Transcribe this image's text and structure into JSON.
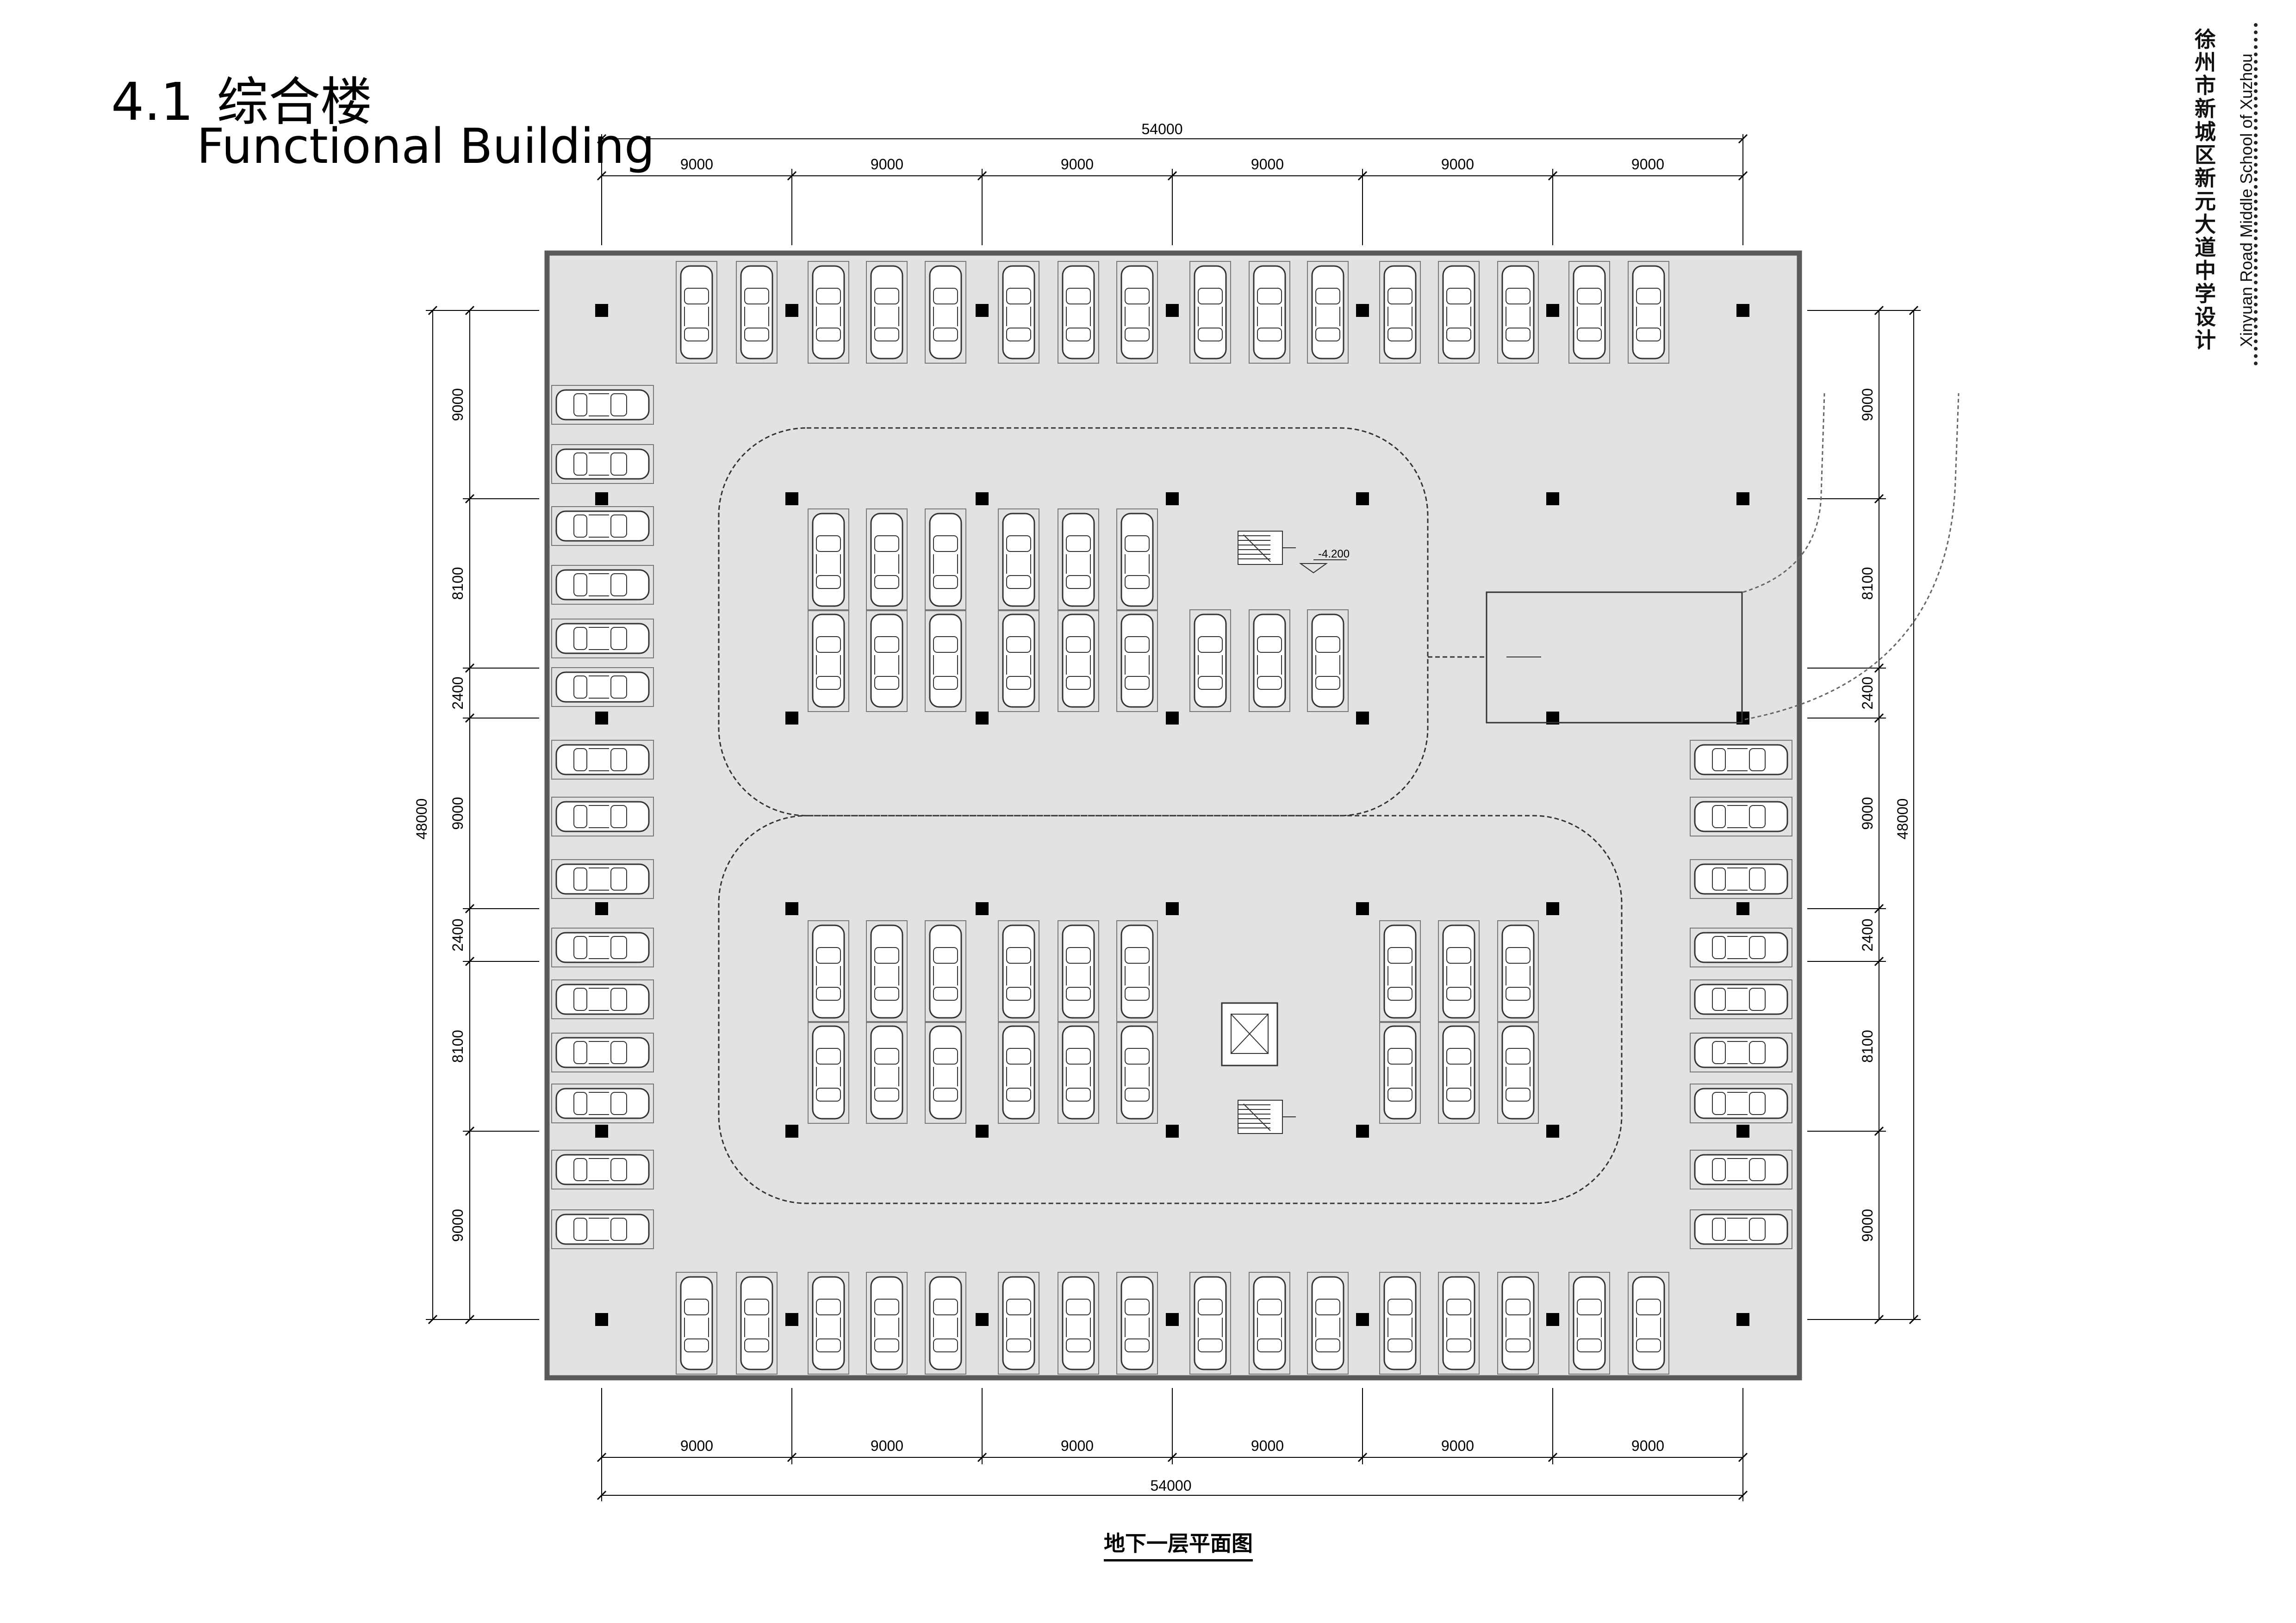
{
  "header": {
    "section_number": "4.1",
    "title_cn": "综合楼",
    "title_en": "Functional Building"
  },
  "sidebar": {
    "project_cn": "徐州市新城区新元大道中学设计",
    "project_en": "Xinyuan Road Middle School of Xuzhou"
  },
  "plan": {
    "title": "地下一层平面图",
    "overall_width_label": "54000",
    "overall_height_label": "48000",
    "bay_width_labels": [
      "9000",
      "9000",
      "9000",
      "9000",
      "9000",
      "9000"
    ],
    "left_bay_labels": [
      "9000",
      "8100",
      "2400",
      "9000",
      "2400",
      "8100",
      "9000"
    ],
    "right_bay_labels": [
      "9000",
      "8100",
      "2400",
      "9000",
      "2400",
      "8100",
      "9000"
    ],
    "level_mark": "-4.200",
    "colors": {
      "floor": "#e2e2e2",
      "wall": "#5a5a5a",
      "line": "#333333"
    }
  }
}
